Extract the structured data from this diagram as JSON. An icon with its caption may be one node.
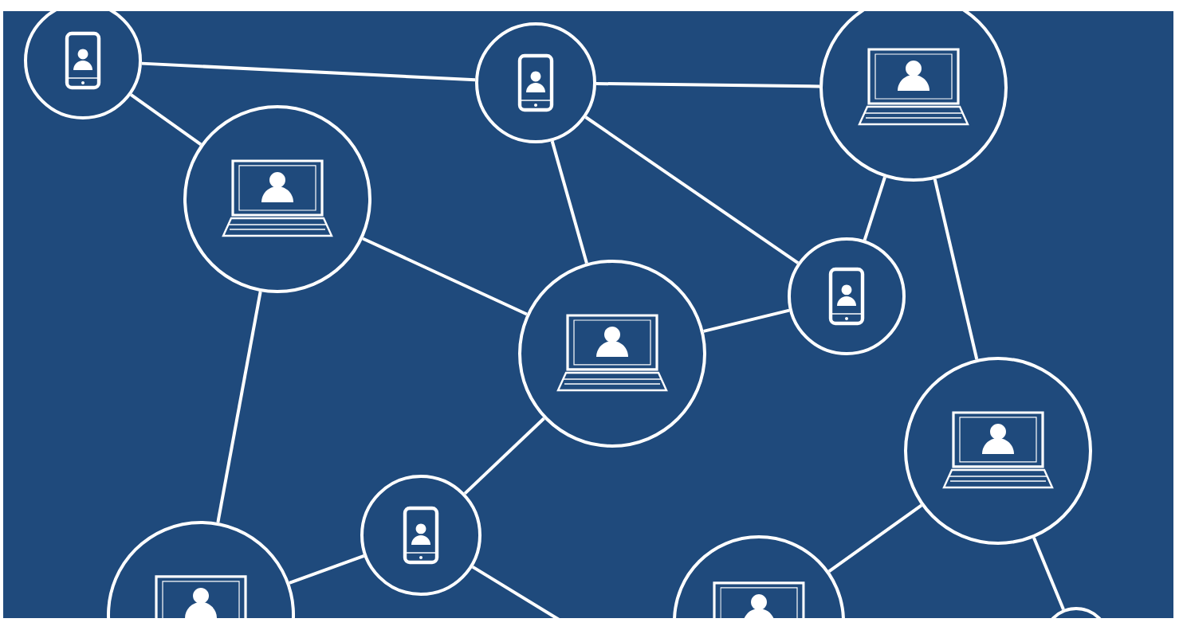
{
  "diagram": {
    "nodes": [
      {
        "text": [],
        "shape": "circle"
      },
      {
        "text": [],
        "shape": "circle"
      },
      {
        "text": [],
        "shape": "circle"
      },
      {
        "text": [],
        "shape": "circle"
      },
      {
        "text": [],
        "shape": "circle"
      },
      {
        "text": [],
        "shape": "circle"
      },
      {
        "text": [],
        "shape": "circle"
      },
      {
        "text": [],
        "shape": "circle"
      },
      {
        "text": [],
        "shape": "circle"
      },
      {
        "text": [],
        "shape": "circle"
      },
      {
        "text": [],
        "shape": "circle"
      }
    ],
    "edges": [
      {
        "from": 0,
        "to": 1,
        "arrow": "none"
      },
      {
        "from": 0,
        "to": 3,
        "arrow": "none"
      },
      {
        "from": 1,
        "to": 2,
        "arrow": "none"
      },
      {
        "from": 1,
        "to": 5,
        "arrow": "none"
      },
      {
        "from": 1,
        "to": 4,
        "arrow": "none"
      },
      {
        "from": 2,
        "to": 4,
        "arrow": "none"
      },
      {
        "from": 2,
        "to": 6,
        "arrow": "none"
      },
      {
        "from": 3,
        "to": 5,
        "arrow": "none"
      },
      {
        "from": 3,
        "to": 8,
        "arrow": "none"
      },
      {
        "from": 5,
        "to": 4,
        "arrow": "none"
      },
      {
        "from": 5,
        "to": 7,
        "arrow": "none"
      },
      {
        "from": 7,
        "to": 8,
        "arrow": "none"
      },
      {
        "from": 7,
        "to": null,
        "arrow": "none"
      },
      {
        "from": 9,
        "to": 6,
        "arrow": "none"
      },
      {
        "from": 6,
        "to": 10,
        "arrow": "none"
      }
    ]
  }
}
